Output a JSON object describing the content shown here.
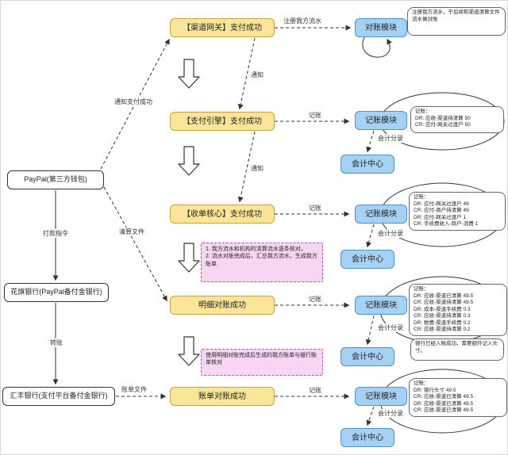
{
  "nodes": {
    "paypal": "PayPal(第三方钱包)",
    "citi_bank": "花旗银行(PayPal备付金银行)",
    "hsbc_bank": "汇丰银行(支付平台备付金银行)",
    "gateway_success": "【渠道网关】支付成功",
    "engine_success": "【支付引擎】支付成功",
    "acquiring_success": "【收单核心】支付成功",
    "detail_recon_success": "明细对账成功",
    "bill_recon_success": "账单对账成功",
    "recon_module": "对账模块",
    "ledger_module": "记账模块",
    "accounting_center": "会计中心"
  },
  "notes": {
    "register_flow": "注册我方流水，于后续和渠道清算文件\n流水做对账",
    "entry_engine": "记账：\nDR: 应收-渠道待清算 50\nCR: 应付-网关过渡户 50",
    "entry_acquiring": "记账：\nDR: 应付-网关过渡户 49\nCR: 应付-商户待清算 49\nDR: 应付-网关过渡户 1\nCR: 手续费收入-商户-消费 1",
    "entry_detail": "记账：\nDR: 应收-渠道已清算 49.5\nCR: 应收-渠道待清算 49.5\nDR: 成本-渠道手续费 0.3\nCR: 应收-渠道待清算 0.3\nDR: 税费-渠道手续费 0.2\nCR: 应收-渠道待清算 0.2",
    "bank_credited": "银行已经入账成功，需要额外记入头寸。",
    "entry_bill": "记账：\nDR: 银行头寸 49.5\nCR: 应收-渠道已清算 49.5\nDR: 应收-渠道已清算 49.5\nCR: 应收-渠道已清算 49.5",
    "process_detail_recon": "1. 我方流水和机构的清算流水逐条核对，\n2. 流水对账完成后，汇总我方流水，生成我方账单",
    "process_bill_recon": "使用明细对账完成后生成的我方账单与银行账单核对"
  },
  "edge_labels": {
    "register_my_flow": "注册我方流水",
    "notify": "通知",
    "bookkeeping": "记账",
    "accounting_entry": "会计分录",
    "notify_pay_success": "通知支付成功",
    "settlement_file": "清算文件",
    "payout_instruction": "打款指令",
    "transfer": "转账",
    "bill_file": "账单文件"
  },
  "colors": {
    "event_fill": "#FBE598",
    "event_border": "#C7A23C",
    "module_fill": "#A5D1F2",
    "module_border": "#4E8FC7",
    "process_fill": "#F7D6F3",
    "process_border": "#BA4FBC",
    "line": "#333333"
  }
}
